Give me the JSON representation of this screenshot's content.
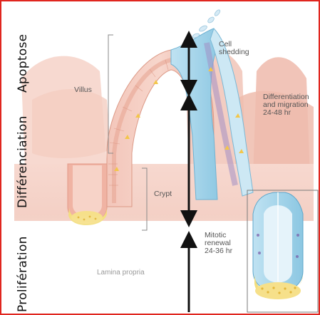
{
  "side_labels": {
    "apoptose": "Apoptose",
    "differenciation": "Différenciation",
    "proliferation": "Prolifération"
  },
  "diagram_labels": {
    "villus": "Villus",
    "crypt": "Crypt",
    "lamina_propria": "Lamina propria",
    "cell_shedding_line1": "Cell",
    "cell_shedding_line2": "shedding",
    "differentiation_line1": "Differentiation",
    "differentiation_line2": "and migration",
    "differentiation_line3": "24-48 hr",
    "mitotic_line1": "Mitotic",
    "mitotic_line2": "renewal",
    "mitotic_line3": "24-36 hr"
  },
  "colors": {
    "frame": "#e0261f",
    "tissue": "#f2c2b6",
    "tissue_dark": "#e9a796",
    "epithelium": "#f0b6a2",
    "blue_epithelium": "#a9d6ea",
    "crypt_base": "#f6e08a",
    "arrow": "#111111"
  }
}
